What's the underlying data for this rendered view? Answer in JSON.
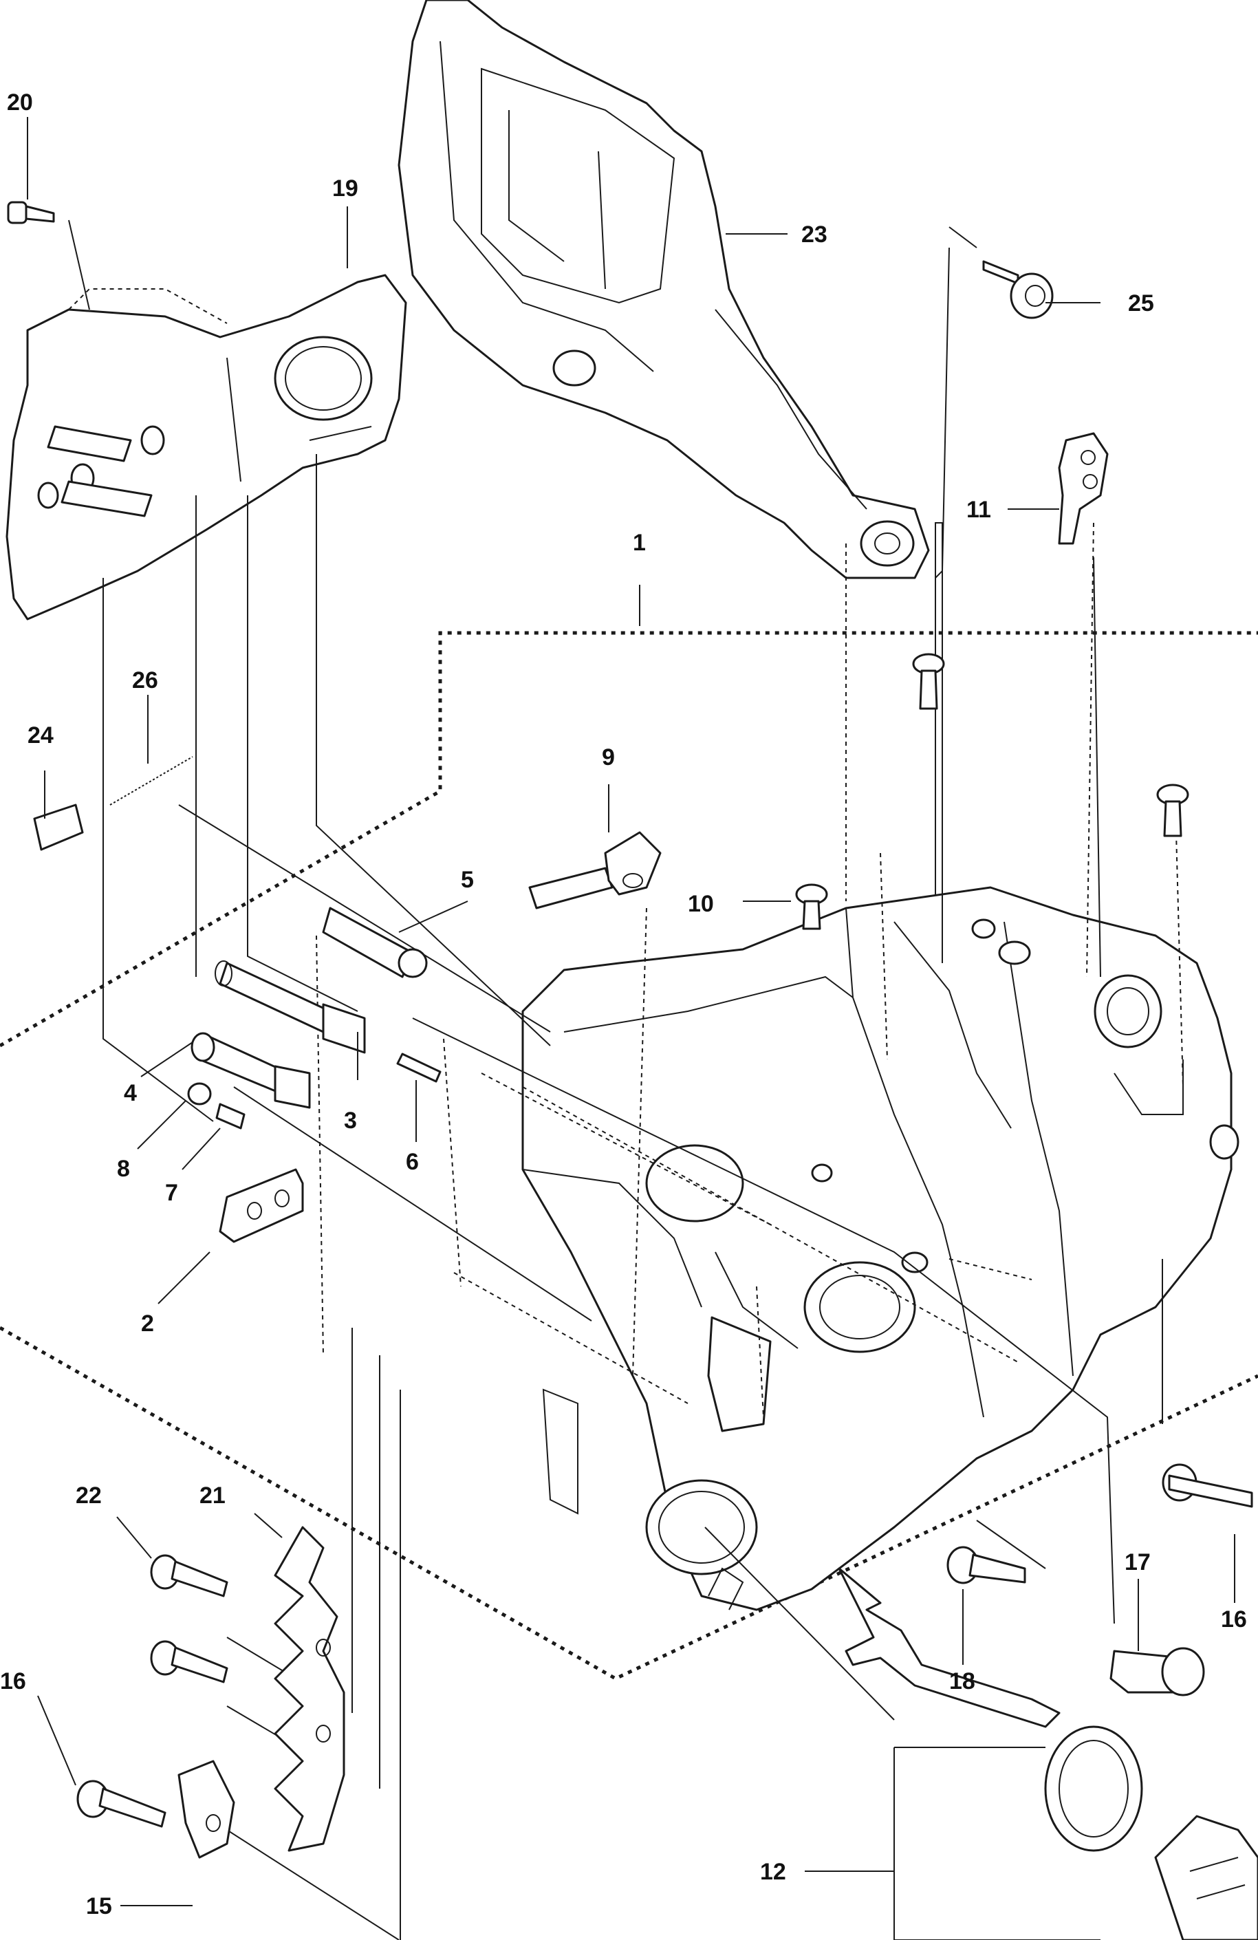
{
  "callouts": {
    "c1": "1",
    "c2": "2",
    "c3": "3",
    "c4": "4",
    "c5": "5",
    "c6": "6",
    "c7": "7",
    "c8": "8",
    "c9": "9",
    "c10": "10",
    "c11": "11",
    "c12": "12",
    "c15": "15",
    "c16a": "16",
    "c16b": "16",
    "c17": "17",
    "c18": "18",
    "c19": "19",
    "c20": "20",
    "c21": "21",
    "c22": "22",
    "c23": "23",
    "c24": "24",
    "c25": "25",
    "c26": "26"
  }
}
